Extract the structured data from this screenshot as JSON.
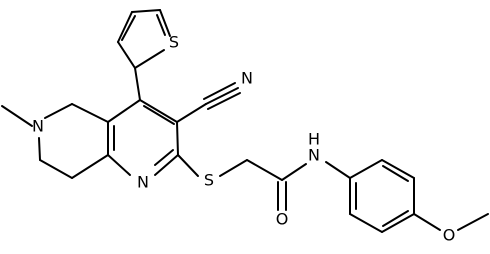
{
  "molecule": {
    "atoms": {
      "N_cyano": "N",
      "S_thiophene": "S",
      "N_piperidine": "N",
      "S_thioether": "S",
      "N_pyridine": "N",
      "O_carbonyl": "O",
      "NH_amide": "N",
      "H_amide": "H",
      "O_methoxy": "O"
    }
  },
  "colors": {
    "bond": "#000000",
    "label": "#000000",
    "background": "#ffffff"
  }
}
